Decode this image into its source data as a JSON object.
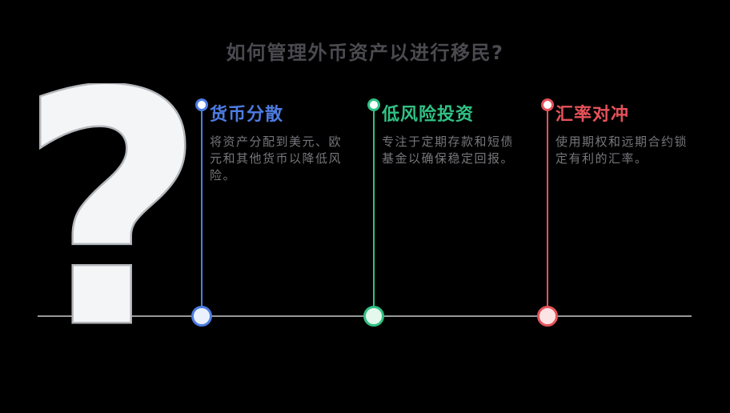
{
  "title": "如何管理外币资产以进行移民?",
  "question_mark": "?",
  "columns": [
    {
      "heading": "货币分散",
      "body": "将资产分配到美元、欧元和其他货币以降低风险。",
      "accent": "#4d7ce2"
    },
    {
      "heading": "低风险投资",
      "body": "专注于定期存款和短债基金以确保稳定回报。",
      "accent": "#30c184"
    },
    {
      "heading": "汇率对冲",
      "body": "使用期权和远期合约锁定有利的汇率。",
      "accent": "#e6525a"
    }
  ],
  "colors": {
    "background": "#000000",
    "title_text": "#4a4a50",
    "body_text": "#76767b",
    "axis_line": "#98989a",
    "blue_accent": "#4d7ce2",
    "green_accent": "#30c184",
    "red_accent": "#e6525a",
    "question_mark_fill": "#f4f5f6",
    "question_mark_stroke": "#b4b7bb"
  }
}
